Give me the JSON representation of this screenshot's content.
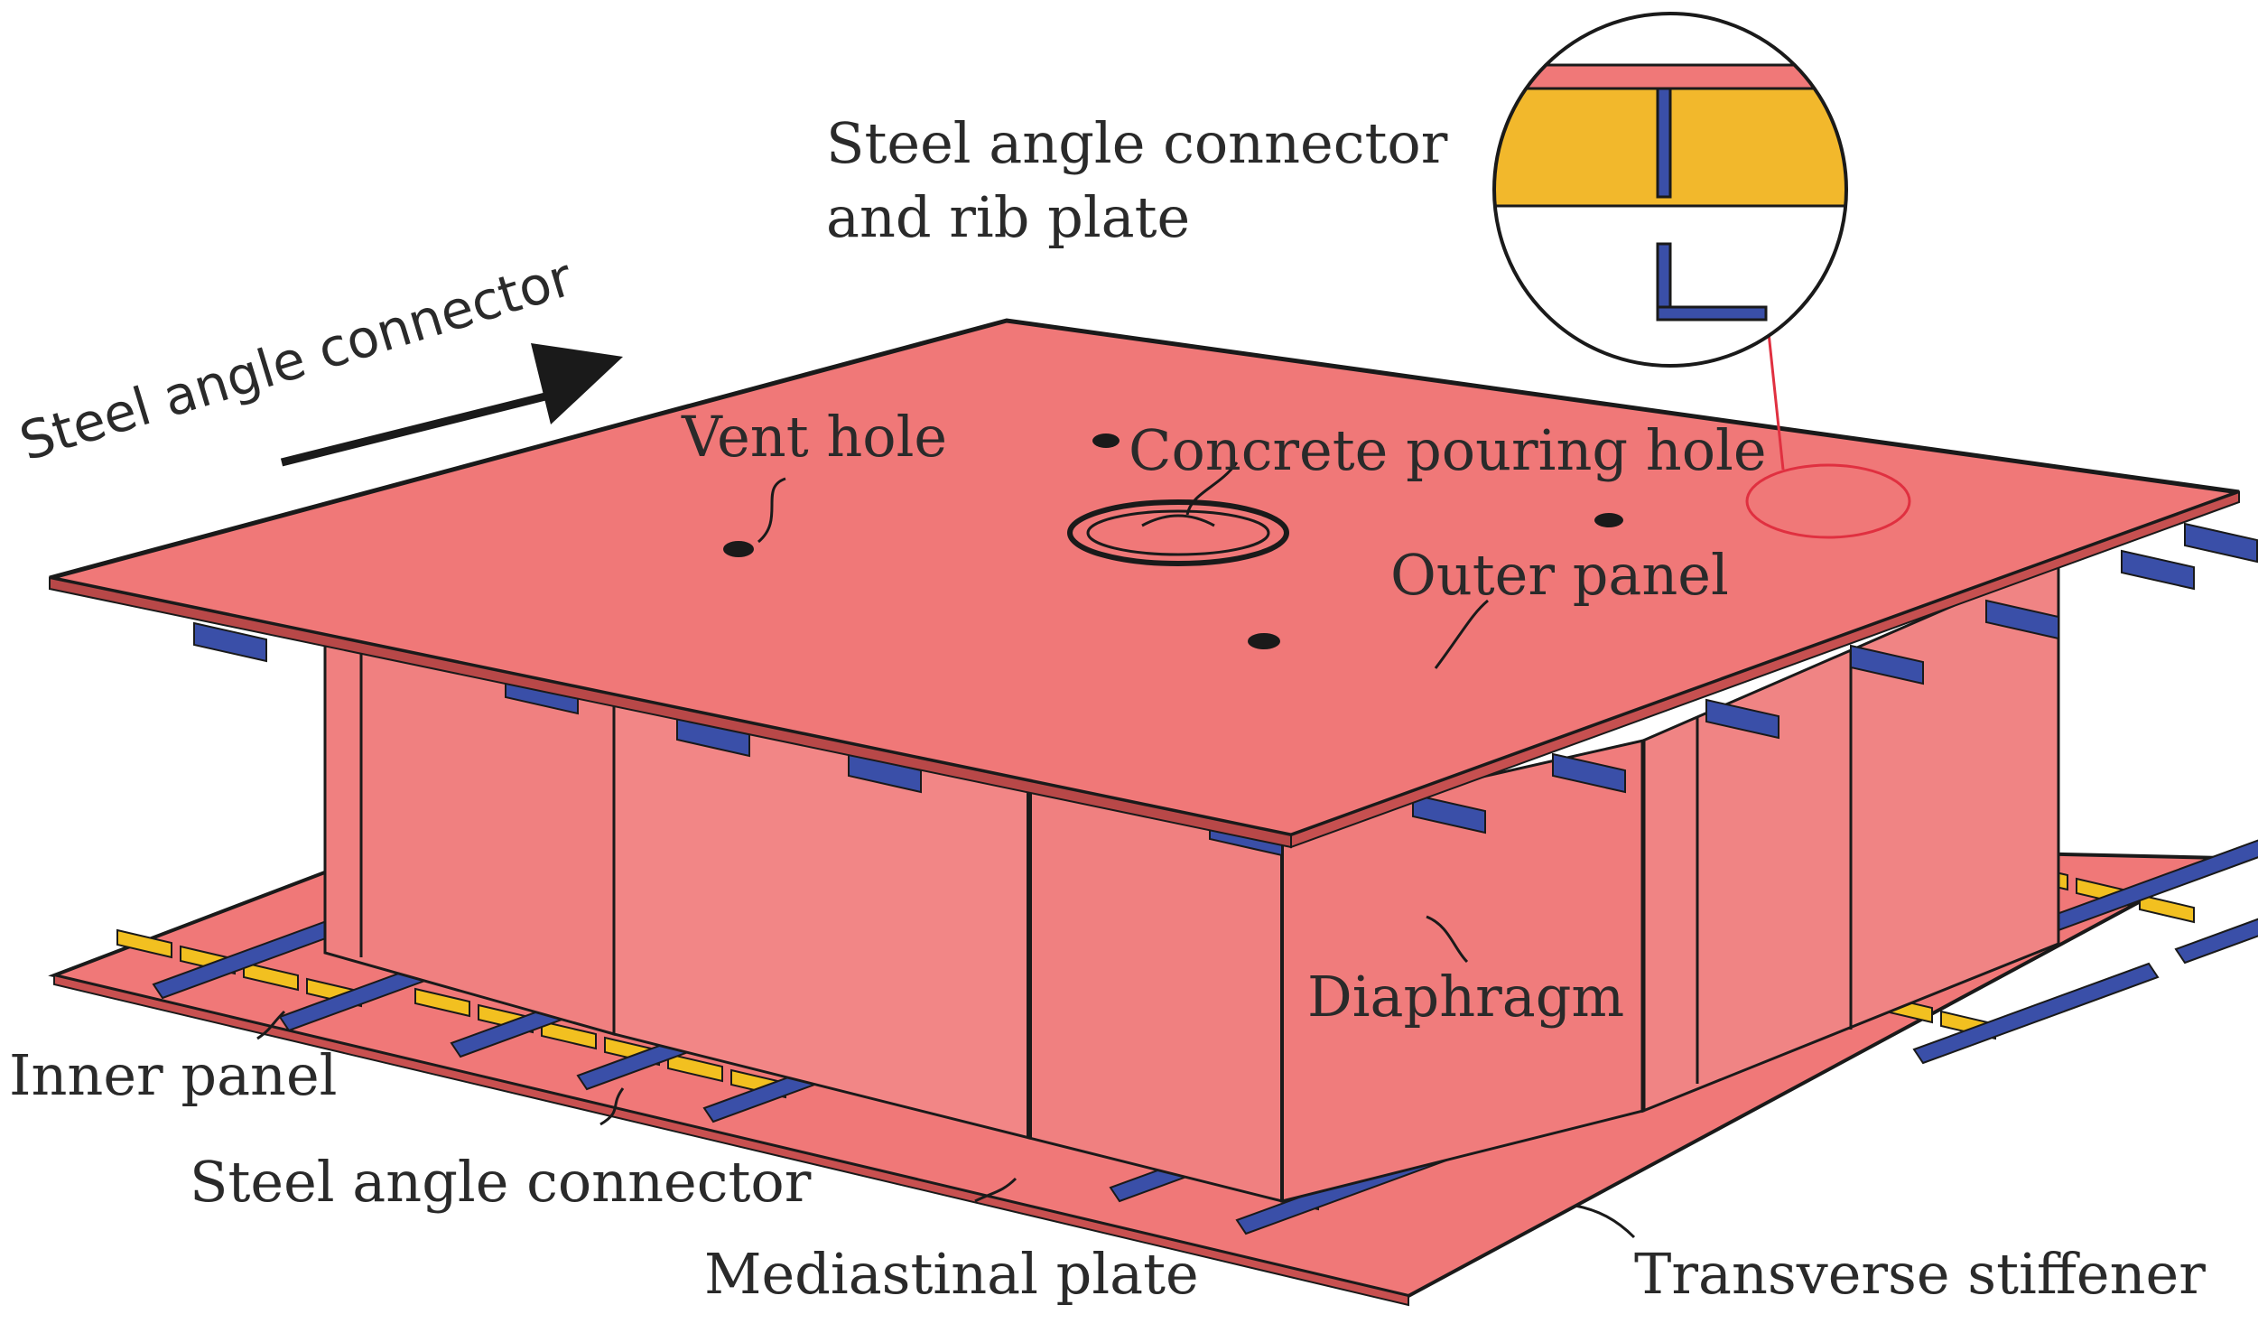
{
  "labels": {
    "top_arrow": "Steel angle connector",
    "detail_line1": "Steel angle connector",
    "detail_line2": "and  rib plate",
    "vent_hole": "Vent hole",
    "concrete_pouring_hole": "Concrete pouring hole",
    "outer_panel": "Outer panel",
    "diaphragm": "Diaphragm",
    "inner_panel": "Inner panel",
    "steel_angle_connector_bottom": "Steel angle connector",
    "mediastinal_plate": "Mediastinal plate",
    "transverse_stiffener": "Transverse stiffener"
  },
  "colors": {
    "panel": "#f07878",
    "panel_dark": "#e06868",
    "wall": "#f08080",
    "connector": "#3a4fa8",
    "stiffener": "#f2c020",
    "concrete_fill": "#f2b82c",
    "outline": "#1a1a1a",
    "detail_callout": "#e03040"
  }
}
